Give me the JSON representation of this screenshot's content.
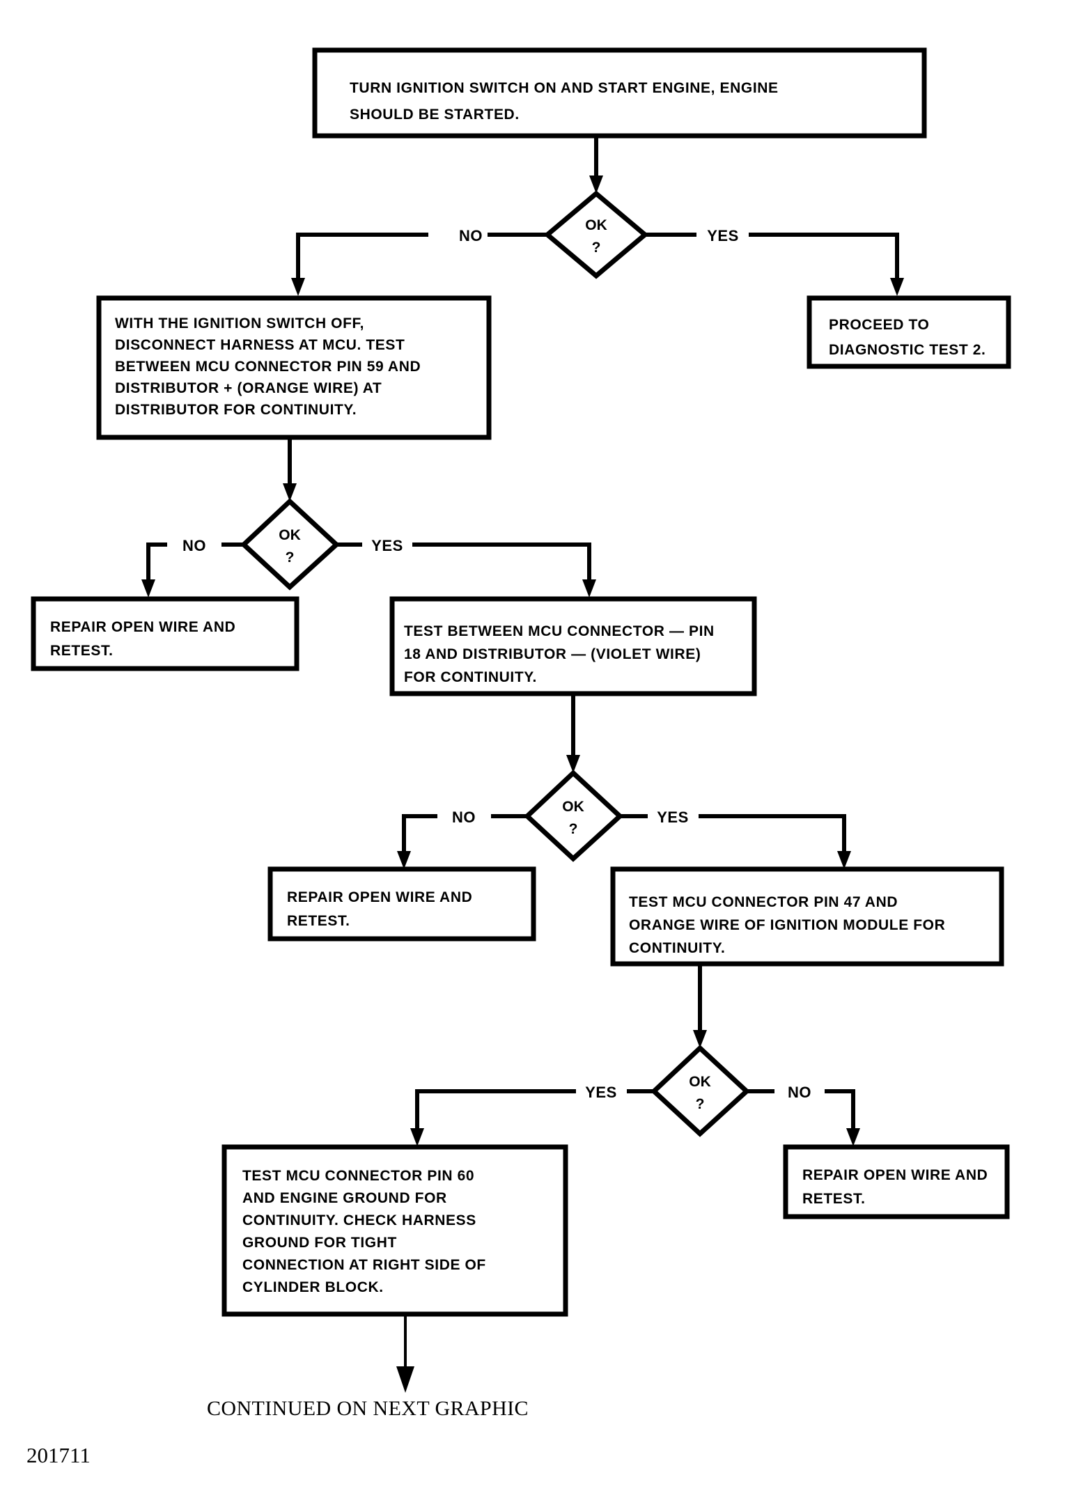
{
  "document": {
    "type": "diagnostic-flowchart",
    "figure_number": "201711",
    "footer_note": "CONTINUED ON NEXT GRAPHIC"
  },
  "nodes": {
    "start_test": {
      "id": "start-test",
      "shape": "process",
      "lines": [
        "TURN IGNITION SWITCH ON AND START ENGINE, ENGINE",
        "SHOULD BE STARTED."
      ]
    },
    "decision_1": {
      "id": "decision-1",
      "shape": "decision",
      "line1": "OK",
      "line2": "?"
    },
    "proceed_test2": {
      "id": "proceed-to-diagnostic-test-2",
      "shape": "process",
      "lines": [
        "PROCEED TO",
        "DIAGNOSTIC TEST 2."
      ]
    },
    "test_pin59": {
      "id": "test-pin-59-orange",
      "shape": "process",
      "lines": [
        "WITH THE IGNITION SWITCH OFF,",
        "DISCONNECT HARNESS AT MCU. TEST",
        "BETWEEN MCU CONNECTOR PIN 59 AND",
        "DISTRIBUTOR + (ORANGE WIRE) AT",
        "DISTRIBUTOR FOR CONTINUITY."
      ]
    },
    "decision_2": {
      "id": "decision-2",
      "shape": "decision",
      "line1": "OK",
      "line2": "?"
    },
    "repair_1": {
      "id": "repair-open-wire-1",
      "shape": "process",
      "lines": [
        "REPAIR OPEN WIRE AND",
        "RETEST."
      ]
    },
    "test_pin18": {
      "id": "test-pin-18-violet",
      "shape": "process",
      "lines": [
        "TEST BETWEEN MCU CONNECTOR — PIN",
        "18 AND DISTRIBUTOR — (VIOLET WIRE)",
        "FOR CONTINUITY."
      ]
    },
    "decision_3": {
      "id": "decision-3",
      "shape": "decision",
      "line1": "OK",
      "line2": "?"
    },
    "repair_2": {
      "id": "repair-open-wire-2",
      "shape": "process",
      "lines": [
        "REPAIR OPEN WIRE AND",
        "RETEST."
      ]
    },
    "test_pin47": {
      "id": "test-pin-47-ignition-module",
      "shape": "process",
      "lines": [
        "TEST MCU CONNECTOR PIN 47 AND",
        "ORANGE WIRE OF IGNITION MODULE FOR",
        "CONTINUITY."
      ]
    },
    "decision_4": {
      "id": "decision-4",
      "shape": "decision",
      "line1": "OK",
      "line2": "?"
    },
    "repair_3": {
      "id": "repair-open-wire-3",
      "shape": "process",
      "lines": [
        "REPAIR OPEN WIRE AND",
        "RETEST."
      ]
    },
    "test_pin60": {
      "id": "test-pin-60-engine-ground",
      "shape": "process",
      "lines": [
        "TEST MCU CONNECTOR PIN 60",
        "AND ENGINE GROUND FOR",
        "CONTINUITY. CHECK HARNESS",
        "GROUND FOR TIGHT",
        "CONNECTION AT RIGHT SIDE OF",
        "CYLINDER BLOCK."
      ]
    }
  },
  "edge_labels": {
    "d1_no": "NO",
    "d1_yes": "YES",
    "d2_no": "NO",
    "d2_yes": "YES",
    "d3_no": "NO",
    "d3_yes": "YES",
    "d4_yes": "YES",
    "d4_no": "NO"
  },
  "colors": {
    "ink": "#000000",
    "paper": "#ffffff"
  }
}
